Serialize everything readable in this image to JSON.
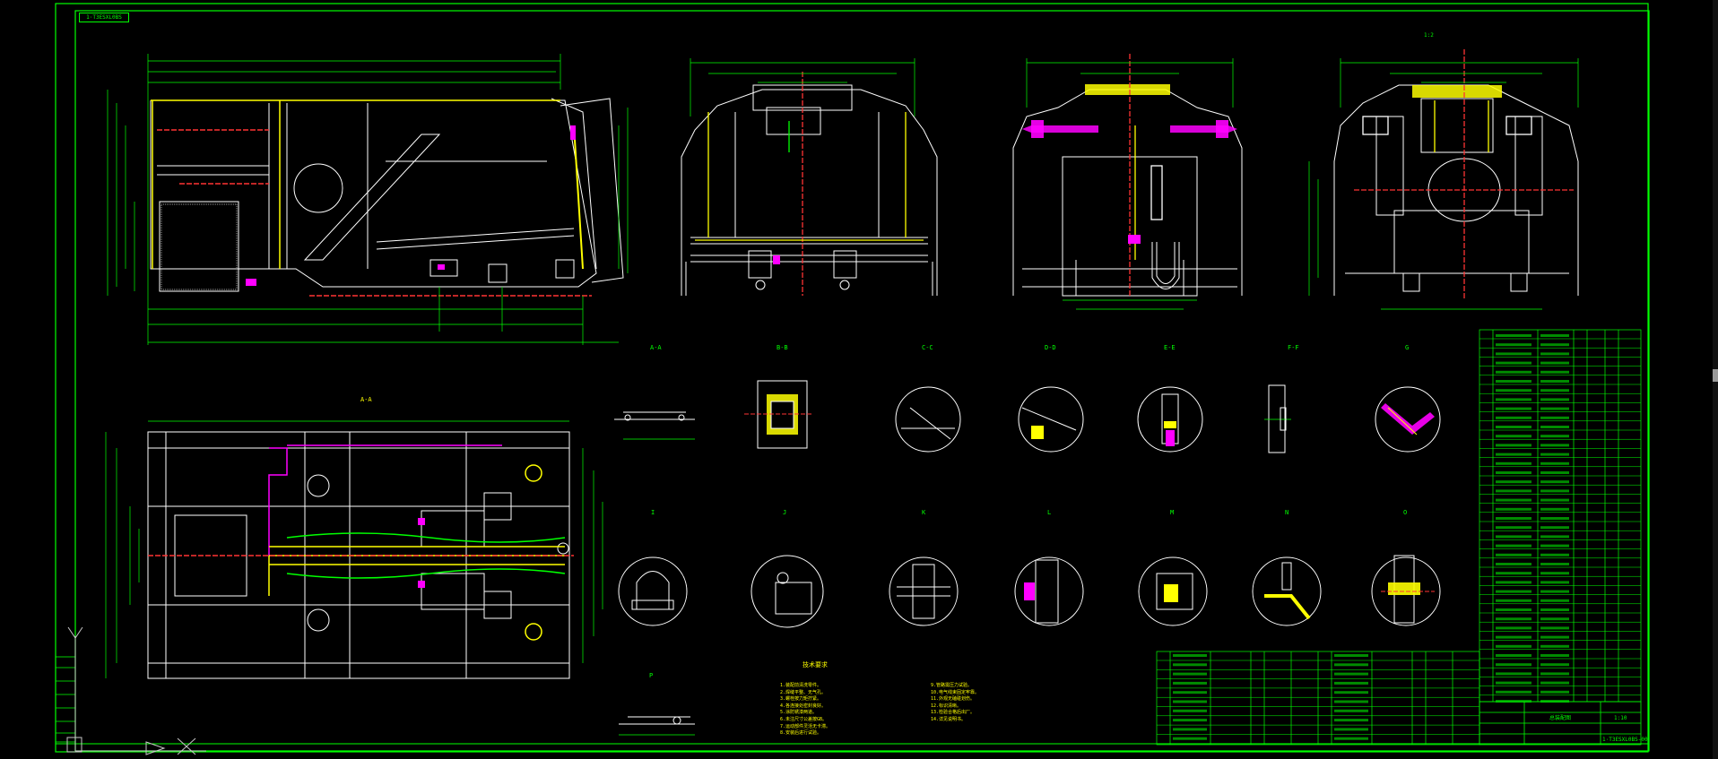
{
  "drawing": {
    "frame_tag": "1·T3ESXL0BS",
    "colors": {
      "background": "#000000",
      "frame": "#00ff00",
      "linework": "#ffffff",
      "centerline": "#ff3333",
      "highlight": "#ff00ff",
      "fill": "#ffff00",
      "cyan": "#00ffff",
      "gray": "#9a9a9a"
    },
    "view_labels": [
      "A-A",
      "B-B",
      "C-C",
      "D-D",
      "E-E",
      "F-F",
      "G",
      "I",
      "J",
      "K",
      "L",
      "M",
      "N",
      "O",
      "P"
    ],
    "section_label_top": "A-A",
    "scale_label": "1:2",
    "notes_title": "技术要求",
    "notes_left": [
      "1.装配前清洗零件。",
      "2.焊缝平整、无气孔。",
      "3.螺栓按力矩拧紧。",
      "4.各连接处密封良好。",
      "5.涂防锈漆两道。",
      "6.未注尺寸公差按GB。",
      "7.运动部件灵活无卡滞。",
      "8.安装后进行试验。"
    ],
    "notes_right": [
      "9.管路需压力试验。",
      "10.电气线束固定牢靠。",
      "11.外观无磕碰划伤。",
      "12.标识清晰。",
      "13.检验合格后出厂。",
      "14.详见说明书。"
    ],
    "title_block": {
      "drawing_number": "1·T3ESXL0BS-00",
      "name": "总装配图",
      "scale": "1:10"
    }
  }
}
